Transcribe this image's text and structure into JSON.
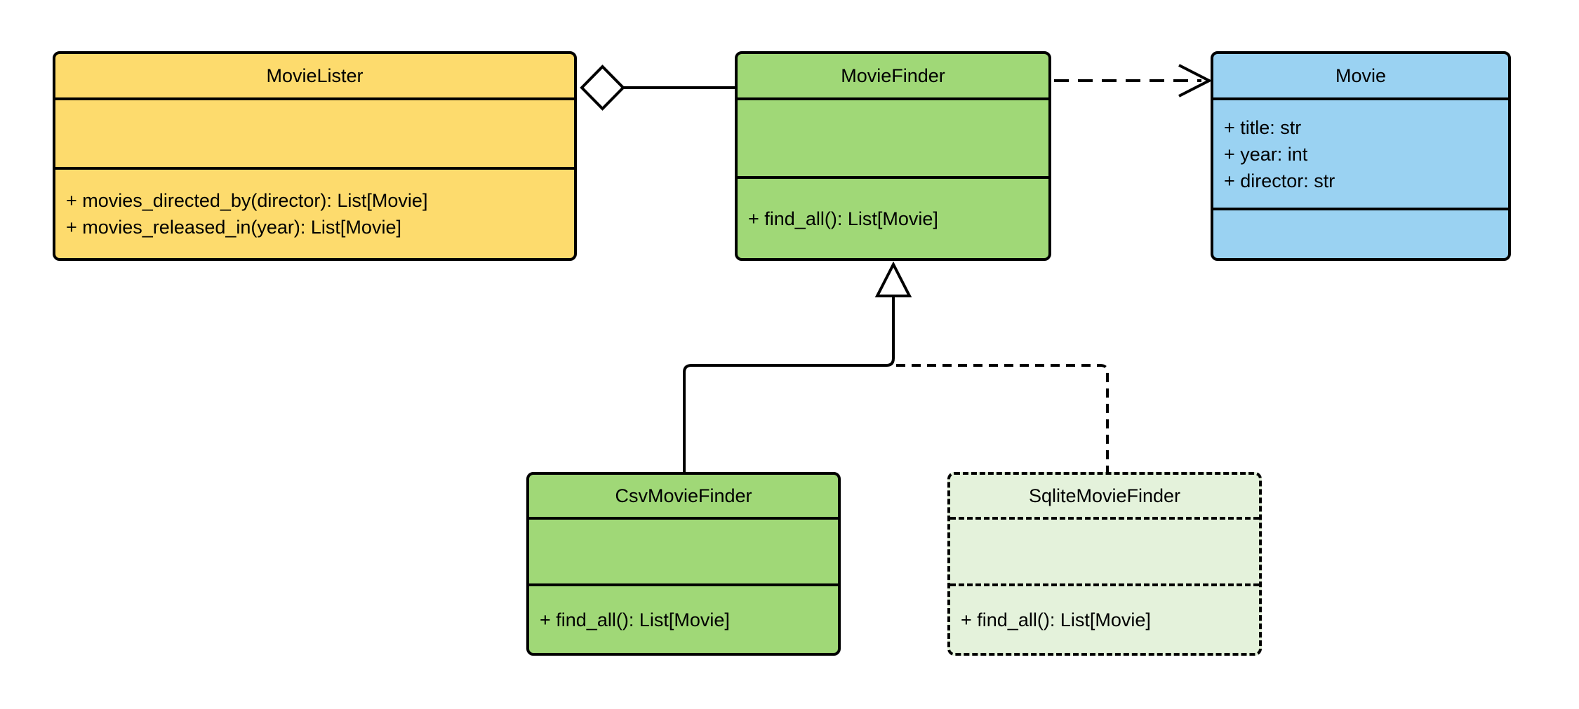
{
  "page": {
    "background_color": "#ffffff",
    "description": "UML class diagram of MovieLister / MovieFinder classes"
  },
  "colors": {
    "stroke": "#000000",
    "movie_lister_fill": "#FDDB6D",
    "movie_finder_fill": "#A0D877",
    "movie_fill": "#9AD2F2",
    "csv_movie_finder_fill": "#A0D877",
    "sqlite_movie_finder_fill": "#E4F2DB"
  },
  "classes": {
    "movie_lister": {
      "name": "MovieLister",
      "attributes": [],
      "methods": [
        "+ movies_directed_by(director): List[Movie]",
        "+ movies_released_in(year): List[Movie]"
      ]
    },
    "movie_finder": {
      "name": "MovieFinder",
      "attributes": [],
      "methods": [
        "+ find_all(): List[Movie]"
      ]
    },
    "movie": {
      "name": "Movie",
      "attributes": [
        "+ title: str",
        "+ year: int",
        "+ director: str"
      ],
      "methods": []
    },
    "csv_movie_finder": {
      "name": "CsvMovieFinder",
      "attributes": [],
      "methods": [
        "+ find_all(): List[Movie]"
      ]
    },
    "sqlite_movie_finder": {
      "name": "SqliteMovieFinder",
      "attributes": [],
      "methods": [
        "+ find_all(): List[Movie]"
      ]
    }
  },
  "relationships": [
    {
      "type": "aggregation",
      "from": "MovieLister",
      "to": "MovieFinder",
      "line": "solid",
      "marker": "hollow-diamond"
    },
    {
      "type": "dependency",
      "from": "MovieFinder",
      "to": "Movie",
      "line": "dashed",
      "marker": "open-arrow"
    },
    {
      "type": "generalization",
      "from": "CsvMovieFinder",
      "to": "MovieFinder",
      "line": "solid",
      "marker": "hollow-triangle"
    },
    {
      "type": "generalization",
      "from": "SqliteMovieFinder",
      "to": "MovieFinder",
      "line": "dashed",
      "marker": "hollow-triangle"
    }
  ]
}
